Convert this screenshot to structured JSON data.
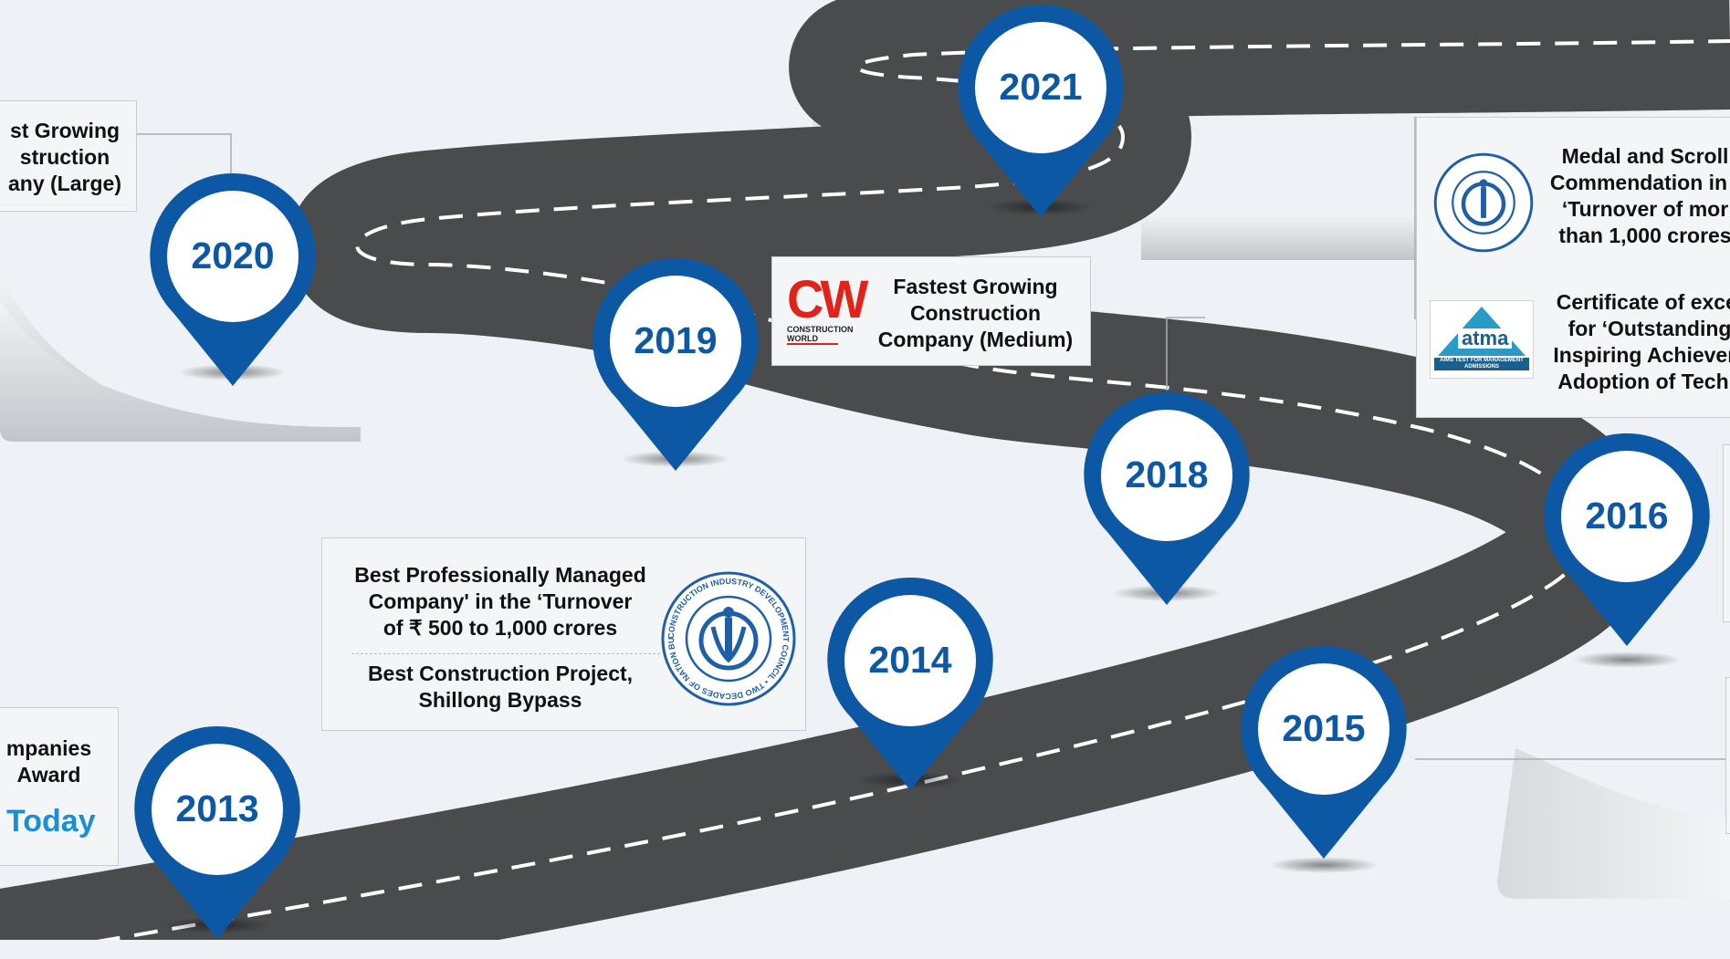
{
  "colors": {
    "road": "#4a4b4d",
    "pin": "#0d58a4",
    "background": "#eef1f5"
  },
  "milestones": [
    {
      "year": "2013"
    },
    {
      "year": "2014"
    },
    {
      "year": "2015"
    },
    {
      "year": "2016"
    },
    {
      "year": "2018"
    },
    {
      "year": "2019"
    },
    {
      "year": "2020"
    },
    {
      "year": "2021"
    }
  ],
  "awards": {
    "large": {
      "lines": [
        "st Growing",
        "struction",
        "any (Large)"
      ]
    },
    "medium": {
      "lines": [
        "Fastest Growing",
        "Construction",
        "Company (Medium)"
      ],
      "logo_text": "CW",
      "logo_caption": "CONSTRUCTION WORLD"
    },
    "professional": {
      "lines": [
        "Best Professionally Managed",
        "Company' in the ‘Turnover",
        "of ₹ 500 to 1,000 crores"
      ],
      "lines2": [
        "Best Construction Project,",
        "Shillong Bypass"
      ],
      "seal_text": "CONSTRUCTION INDUSTRY DEVELOPMENT COUNCIL • TWO DECADES OF NATION BUILDING"
    },
    "companies": {
      "lines": [
        "mpanies",
        "Award"
      ],
      "brand": "Today"
    },
    "medal": {
      "lines": [
        "Medal and Scroll",
        "Commendation in t",
        "‘Turnover of mor",
        "than 1,000 crores"
      ]
    },
    "certificate": {
      "lines": [
        "Certificate of excel",
        "for ‘Outstanding",
        "Inspiring Achievem",
        "Adoption of Techn"
      ],
      "logo_text": "atma",
      "logo_caption": "AIMS TEST FOR MANAGEMENT ADMISSIONS"
    }
  }
}
